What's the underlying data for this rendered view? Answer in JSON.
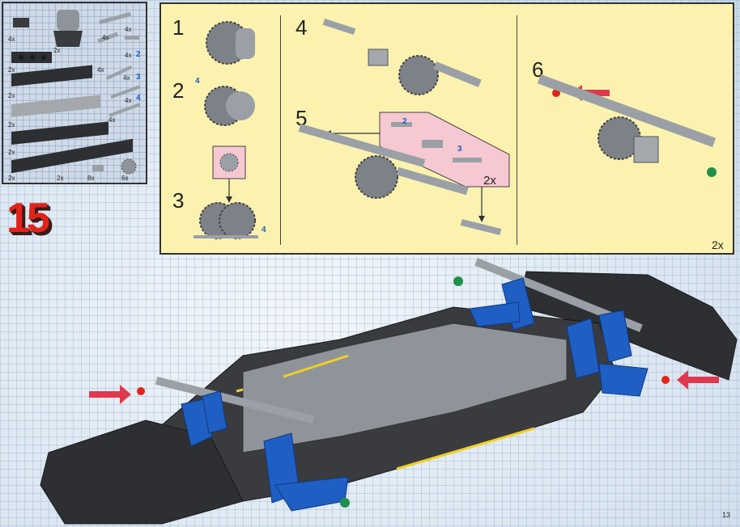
{
  "parts_list": {
    "items": [
      {
        "qty": "4x",
        "blue": false
      },
      {
        "qty": "2x",
        "blue": false
      },
      {
        "qty": "4x",
        "blue": false
      },
      {
        "qty": "2x",
        "blue": false
      },
      {
        "qty": "4x",
        "blue": false
      },
      {
        "qty": "4x",
        "blue": false
      },
      {
        "qty": "4x",
        "blue": false
      },
      {
        "qty": "2",
        "blue": true
      },
      {
        "qty": "2x",
        "blue": false
      },
      {
        "qty": "4x",
        "blue": false
      },
      {
        "qty": "3",
        "blue": true
      },
      {
        "qty": "2x",
        "blue": false
      },
      {
        "qty": "4x",
        "blue": false
      },
      {
        "qty": "4",
        "blue": true
      },
      {
        "qty": "2x",
        "blue": false
      },
      {
        "qty": "4x",
        "blue": false
      },
      {
        "qty": "2x",
        "blue": false
      },
      {
        "qty": "2x",
        "blue": false
      },
      {
        "qty": "8x",
        "blue": false
      },
      {
        "qty": "6x",
        "blue": false
      }
    ]
  },
  "step": {
    "number": "15"
  },
  "subassembly": {
    "steps": [
      "1",
      "2",
      "3",
      "4",
      "5",
      "6"
    ],
    "callouts": {
      "step2_len": "4",
      "step3_len": "4",
      "step5_len_a": "2",
      "step5_len_b": "3"
    },
    "inner_multiplier": "2x",
    "panel_multiplier": "2x"
  },
  "page": {
    "number": "13"
  },
  "colors": {
    "panel_bg": "#fbf2b0",
    "callout_bg": "#f6c8d2",
    "arrow": "#e0394f",
    "marker_red": "#e2231a",
    "marker_green": "#1f8f4a",
    "brick_dark": "#2e2f33",
    "brick_gray": "#a4a8ad",
    "brick_blue": "#1f5fc4",
    "accent_yellow": "#f0d020"
  }
}
